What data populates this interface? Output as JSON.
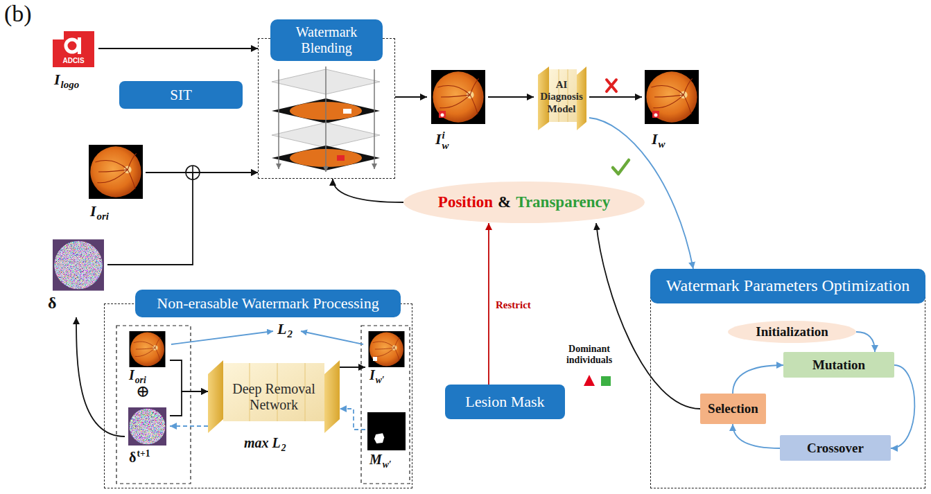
{
  "diagram": {
    "nodes": [
      {
        "text": [
          "ADCIS",
          "I",
          "logo"
        ]
      },
      {
        "text": [
          "Watermark Blending"
        ]
      },
      {
        "text": [
          "SIT"
        ]
      },
      {
        "text": [
          "I",
          "ori"
        ]
      },
      {
        "text": [
          "δ"
        ]
      },
      {
        "text": [
          "I",
          "w",
          "i"
        ]
      },
      {
        "text": [
          "AI Diagnosis Model"
        ]
      },
      {
        "text": [
          "I",
          "w"
        ]
      },
      {
        "text": [
          "Position",
          "&",
          "Transparency"
        ]
      },
      {
        "text": [
          "Watermark Parameters Optimization"
        ]
      },
      {
        "text": [
          "Initialization"
        ],
        "in": 9
      },
      {
        "text": [
          "Mutation"
        ],
        "in": 9
      },
      {
        "text": [
          "Selection"
        ],
        "in": 9
      },
      {
        "text": [
          "Crossover"
        ],
        "in": 9
      },
      {
        "text": [
          "Non-erasable Watermark Processing"
        ]
      },
      {
        "text": [
          "I",
          "ori"
        ],
        "in": 14
      },
      {
        "text": [
          "δ",
          "t+1"
        ],
        "in": 14
      },
      {
        "text": [
          "Deep Removal Network"
        ],
        "in": 14
      },
      {
        "text": [
          "I",
          "w′"
        ],
        "in": 14
      },
      {
        "text": [
          "M",
          "w′"
        ],
        "in": 14
      },
      {
        "text": [
          "Lesion Mask"
        ]
      }
    ],
    "edges": [
      {
        "from": 0,
        "to": 1,
        "arrow": "to"
      },
      {
        "from": 3,
        "to": 1,
        "arrow": "to"
      },
      {
        "from": 4,
        "to": 1,
        "arrow": "to"
      },
      {
        "from": 1,
        "to": 5,
        "arrow": "to"
      },
      {
        "from": 5,
        "to": 6,
        "arrow": "to"
      },
      {
        "from": 6,
        "to": 7,
        "arrow": "to"
      },
      {
        "from": 6,
        "to": 9,
        "arrow": "to"
      },
      {
        "from": 12,
        "to": 8,
        "arrow": "to"
      },
      {
        "from": 8,
        "to": 1,
        "arrow": "to"
      },
      {
        "from": 20,
        "to": 8,
        "arrow": "to",
        "label": "Restrict"
      },
      {
        "from": 10,
        "to": 11,
        "arrow": "to"
      },
      {
        "from": 11,
        "to": 13,
        "arrow": "to"
      },
      {
        "from": 13,
        "to": 12,
        "arrow": "to"
      },
      {
        "from": 12,
        "to": 11,
        "arrow": "to"
      },
      {
        "from": 15,
        "to": 17,
        "arrow": "to"
      },
      {
        "from": 16,
        "to": 17,
        "arrow": "to"
      },
      {
        "from": 17,
        "to": 18,
        "arrow": "to"
      },
      {
        "from": 19,
        "to": 17,
        "arrow": "to"
      },
      {
        "from": 17,
        "to": 16,
        "arrow": "to"
      },
      {
        "from": 16,
        "to": 4,
        "arrow": "to"
      }
    ],
    "labels": [
      "(b)",
      "L",
      "2",
      "⊕",
      "max L",
      "2",
      "Dominant individuals"
    ]
  }
}
